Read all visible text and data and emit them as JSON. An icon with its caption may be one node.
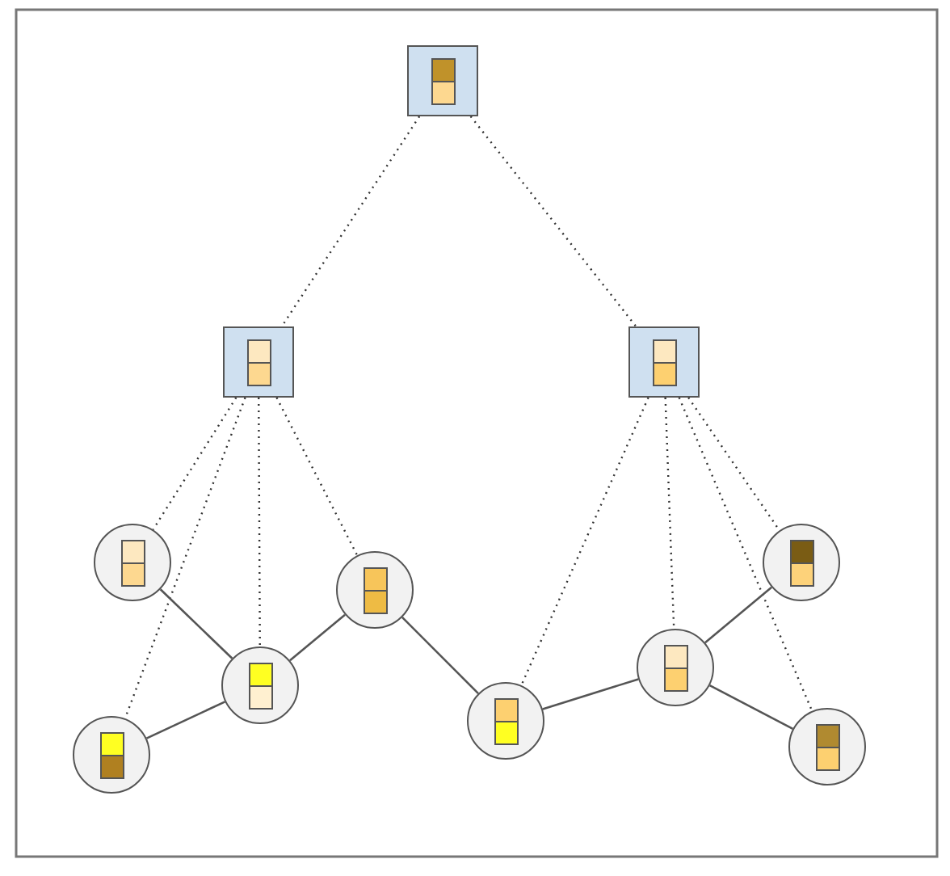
{
  "diagram": {
    "nodes": [
      {
        "text": [],
        "shape": "box"
      },
      {
        "text": [],
        "shape": "box"
      },
      {
        "text": [],
        "shape": "box"
      },
      {
        "text": [],
        "shape": "circle"
      },
      {
        "text": [],
        "shape": "circle"
      },
      {
        "text": [],
        "shape": "circle"
      },
      {
        "text": [],
        "shape": "circle"
      },
      {
        "text": [],
        "shape": "circle"
      },
      {
        "text": [],
        "shape": "circle"
      },
      {
        "text": [],
        "shape": "circle"
      },
      {
        "text": [],
        "shape": "circle"
      }
    ],
    "edges": [
      {
        "from": 0,
        "to": 1,
        "arrow": "none",
        "style": "dashed"
      },
      {
        "from": 0,
        "to": 2,
        "arrow": "none",
        "style": "dashed"
      },
      {
        "from": 1,
        "to": 3,
        "arrow": "none",
        "style": "dashed"
      },
      {
        "from": 1,
        "to": 6,
        "arrow": "none",
        "style": "dashed"
      },
      {
        "from": 1,
        "to": 4,
        "arrow": "none",
        "style": "dashed"
      },
      {
        "from": 1,
        "to": 9,
        "arrow": "none",
        "style": "dashed"
      },
      {
        "from": 2,
        "to": 8,
        "arrow": "none",
        "style": "dashed"
      },
      {
        "from": 2,
        "to": 7,
        "arrow": "none",
        "style": "dashed"
      },
      {
        "from": 2,
        "to": 10,
        "arrow": "none",
        "style": "dashed"
      },
      {
        "from": 2,
        "to": 5,
        "arrow": "none",
        "style": "dashed"
      },
      {
        "from": 3,
        "to": 6,
        "arrow": "none"
      },
      {
        "from": 6,
        "to": 4,
        "arrow": "none"
      },
      {
        "from": 6,
        "to": 9,
        "arrow": "none"
      },
      {
        "from": 4,
        "to": 8,
        "arrow": "none"
      },
      {
        "from": 8,
        "to": 7,
        "arrow": "none"
      },
      {
        "from": 7,
        "to": 5,
        "arrow": "none"
      },
      {
        "from": 7,
        "to": 10,
        "arrow": "none"
      }
    ]
  }
}
